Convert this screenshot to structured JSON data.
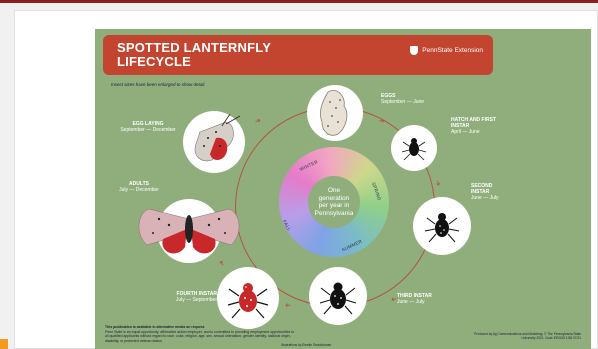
{
  "poster": {
    "title_line1": "SPOTTED LANTERNFLY",
    "title_line2": "LIFECYCLE",
    "brand": "PennState Extension",
    "note": "Insect sizes have been enlarged to show detail.",
    "center_text_1": "One",
    "center_text_2": "generation",
    "center_text_3": "per year in",
    "center_text_4": "Pennsylvania",
    "seasons": {
      "winter": "WINTER",
      "spring": "SPRING",
      "summer": "SUMMER",
      "fall": "FALL"
    },
    "stages": [
      {
        "name": "EGGS",
        "dates": "September — June"
      },
      {
        "name": "HATCH AND FIRST INSTAR",
        "dates": "April — June"
      },
      {
        "name": "SECOND INSTAR",
        "dates": "June — July"
      },
      {
        "name": "THIRD INSTAR",
        "dates": "June — July"
      },
      {
        "name": "FOURTH INSTAR",
        "dates": "July — September"
      },
      {
        "name": "ADULTS",
        "dates": "July — December"
      },
      {
        "name": "EGG LAYING",
        "dates": "September — December"
      }
    ],
    "footer_left_bold": "This publication is available in alternative media on request.",
    "footer_left": "Penn State is an equal opportunity, affirmative action employer, and is committed to providing employment opportunities to all qualified applicants without regard to race, color, religion, age, sex, sexual orientation, gender identity, national origin, disability, or protected veteran status.",
    "footer_right": "Produced by Ag Communications and Marketing. © The Pennsylvania State University 2021. Code EE0415 10M 07/21",
    "footer_center": "Illustrations by Emelie Swackhamer"
  }
}
